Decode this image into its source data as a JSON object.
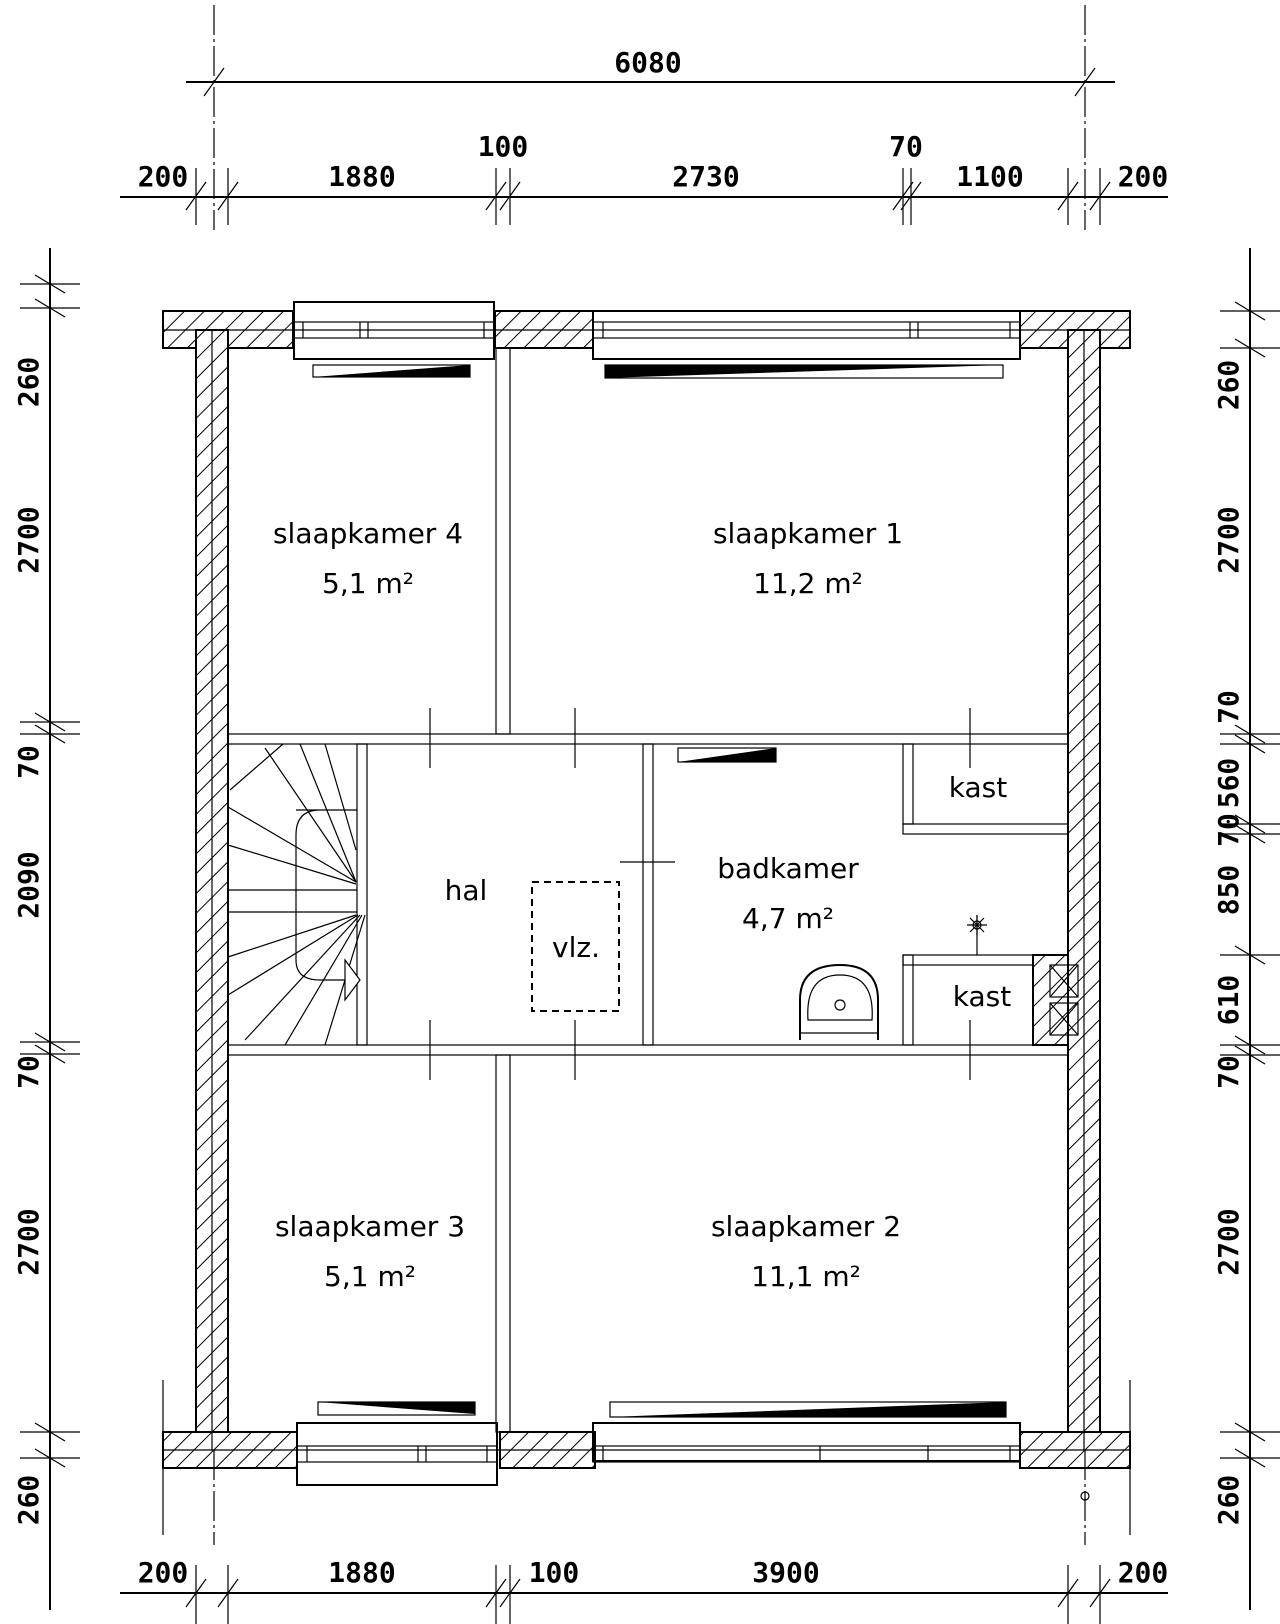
{
  "plan": {
    "overall_width": "6080",
    "top_dimensions": [
      "200",
      "1880",
      "100",
      "2730",
      "70",
      "1100",
      "200"
    ],
    "bottom_dimensions": [
      "200",
      "1880",
      "100",
      "3900",
      "200"
    ],
    "left_dimensions": [
      "260",
      "2700",
      "70",
      "2090",
      "70",
      "2700",
      "260"
    ],
    "right_dimensions": [
      "260",
      "2700",
      "70",
      "560",
      "70",
      "850",
      "610",
      "70",
      "2700",
      "260"
    ]
  },
  "rooms": {
    "slaapkamer4": {
      "name": "slaapkamer 4",
      "area": "5,1 m²"
    },
    "slaapkamer1": {
      "name": "slaapkamer 1",
      "area": "11,2 m²"
    },
    "hal": {
      "name": "hal"
    },
    "vlz": {
      "name": "vlz."
    },
    "badkamer": {
      "name": "badkamer",
      "area": "4,7 m²"
    },
    "kast_top": {
      "name": "kast"
    },
    "kast_bottom": {
      "name": "kast"
    },
    "slaapkamer3": {
      "name": "slaapkamer 3",
      "area": "5,1 m²"
    },
    "slaapkamer2": {
      "name": "slaapkamer 2",
      "area": "11,1 m²"
    }
  },
  "colors": {
    "line": "#000000",
    "background": "#ffffff"
  }
}
